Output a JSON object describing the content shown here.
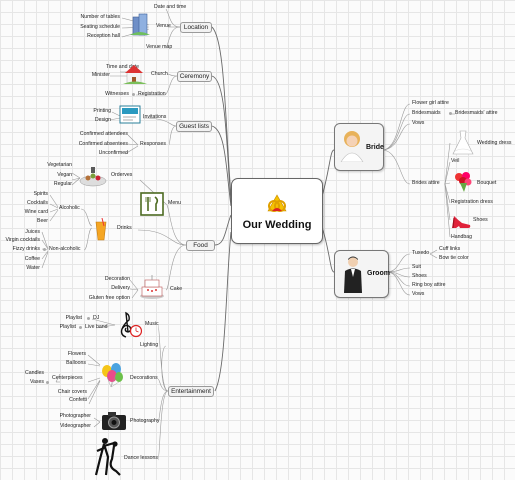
{
  "central": {
    "title": "Our Wedding"
  },
  "bride": {
    "label": "Bride",
    "flower_girl_attire": "Flower girl attire",
    "bridesmaids": "Bridesmaids",
    "bridesmaids_attire": "Bridesmaids' attire",
    "vows": "Vows",
    "wedding_dress": "Wedding dress",
    "veil": "Veil",
    "brides_attire": "Brides attire",
    "bouquet": "Bouquet",
    "registration_dress": "Registration dress",
    "shoes": "Shoes",
    "handbag": "Handbag"
  },
  "groom": {
    "label": "Groom",
    "tuxedo": "Tuxedo",
    "cuff_links": "Cuff links",
    "bow_tie_color": "Bow tie color",
    "suit": "Suit",
    "shoes": "Shoes",
    "ring_boy_attire": "Ring boy attire",
    "vows": "Vows"
  },
  "location": {
    "label": "Location",
    "date_and_time": "Date and time",
    "number_of_tables": "Number of tables",
    "seating_schedule": "Seating schedule",
    "reception_hall": "Reception hall",
    "venue": "Venue",
    "venue_map": "Venue map"
  },
  "ceremony": {
    "label": "Ceremony",
    "time_and_date": "Time and date",
    "minister": "Minister",
    "church": "Church",
    "witnesses": "Witnesses",
    "registration": "Registration"
  },
  "guest_lists": {
    "label": "Guest lists",
    "printing": "Printing",
    "design": "Design",
    "invitations": "Invitations",
    "confirmed_attendees": "Confirmed attendees",
    "confirmed_absentees": "Confirmed absentees",
    "responses": "Responses",
    "unconfirmed": "Unconfirmed"
  },
  "food": {
    "label": "Food",
    "vegetarian": "Vegetarian",
    "vegan": "Vegan",
    "regular": "Regular",
    "orderves": "Orderves",
    "menu": "Menu",
    "spirits": "Spirits",
    "cocktails": "Cocktails",
    "alcoholic": "Alcoholic",
    "wine_card": "Wine card",
    "beer": "Beer",
    "drinks": "Drinks",
    "juices": "Juices",
    "virgin_cocktails": "Virgin cocktails",
    "fizzy_drinks": "Fizzy drinks",
    "non_alcoholic": "Non-alcoholic",
    "coffee": "Coffee",
    "water": "Water",
    "decoration": "Decoration",
    "delivery": "Delivery",
    "gluten_free_option": "Gluten free option",
    "cake": "Cake"
  },
  "entertainment": {
    "label": "Entertainment",
    "playlist_1": "Playlist",
    "dj": "DJ",
    "playlist_2": "Playlist",
    "live_band": "Live band",
    "music": "Music",
    "lighting": "Lighting",
    "flowers": "Flowers",
    "balloons": "Balloons",
    "candles": "Candles",
    "centerpieces": "Centerpieces",
    "vases": "Vases",
    "decorations": "Decorations",
    "chair_covers": "Chair covers",
    "confetti": "Confetti",
    "photographer": "Photographer",
    "videographer": "Videographer",
    "photography": "Photography",
    "dance_lessons": "Dance lessons"
  },
  "icons": {
    "central": "wedding-rings-icon",
    "bride": "bride-icon",
    "groom": "groom-icon",
    "venue": "building-icon",
    "church": "church-icon",
    "invitations": "invitation-card-icon",
    "orderves": "platter-icon",
    "menu": "fork-knife-icon",
    "drinks": "glass-icon",
    "cake": "cake-icon",
    "music": "music-clef-icon",
    "decorations": "balloons-icon",
    "photography": "camera-icon",
    "dance_lessons": "dancers-icon",
    "wedding_dress": "dress-icon",
    "bouquet": "bouquet-icon",
    "shoes": "high-heel-icon"
  },
  "colors": {
    "background": "#fbfbfb",
    "grid": "#e6e6e6",
    "connector": "#666666",
    "box": "#f2f2f2"
  }
}
